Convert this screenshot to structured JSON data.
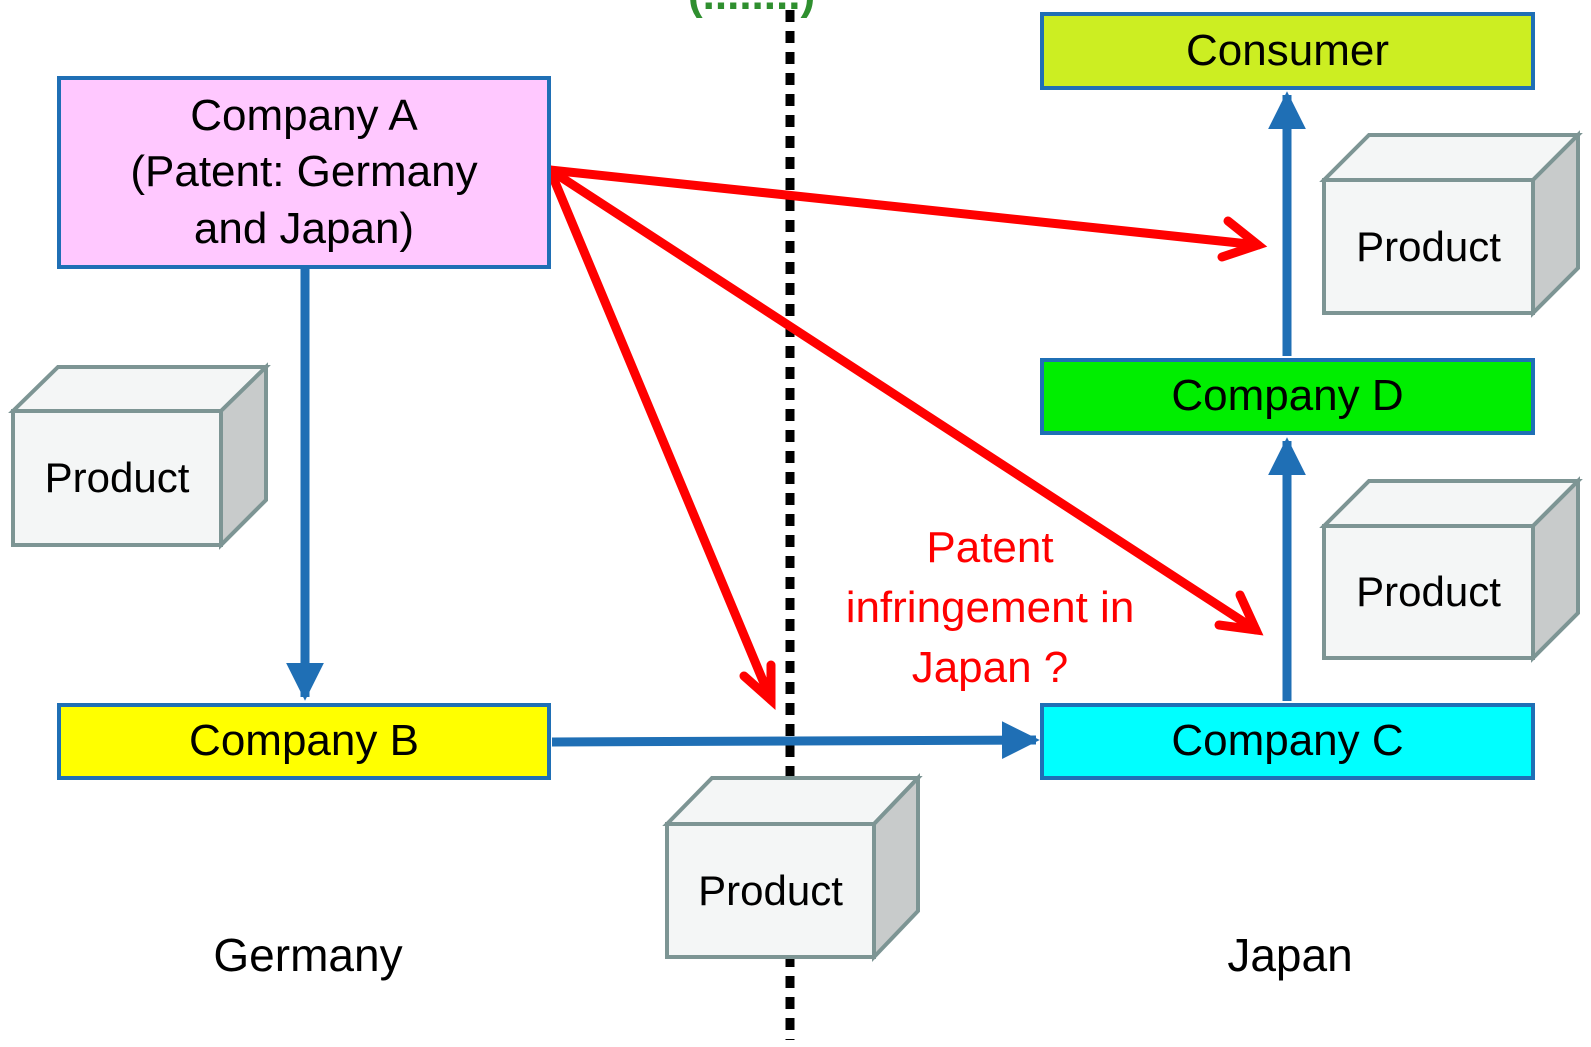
{
  "top_label_fragment": "(........)",
  "nodes": {
    "company_a": {
      "lines": [
        "Company A",
        "(Patent: Germany",
        "and Japan)"
      ],
      "fill": "#ffc8ff"
    },
    "company_b": {
      "label": "Company B",
      "fill": "#ffff00"
    },
    "company_c": {
      "label": "Company C",
      "fill": "#00ffff"
    },
    "company_d": {
      "label": "Company D",
      "fill": "#00ee00"
    },
    "consumer": {
      "label": "Consumer",
      "fill": "#ccee22"
    }
  },
  "products": {
    "germany": "Product",
    "border": "Product",
    "japan_upper": "Product",
    "japan_lower": "Product"
  },
  "countries": {
    "left": "Germany",
    "right": "Japan"
  },
  "annotation": {
    "lines": [
      "Patent",
      "infringement in",
      "Japan ?"
    ]
  },
  "colors": {
    "flow_arrow": "#1f6fb5",
    "patent_arrow": "#ff0000",
    "border_line": "#000000",
    "cube_face": "#f4f6f6",
    "cube_side": "#c8cbcb",
    "cube_edge": "#7d9594"
  },
  "icons": [
    "flow-arrow",
    "patent-arrow",
    "product-cube-icon",
    "border-dotted-line"
  ]
}
